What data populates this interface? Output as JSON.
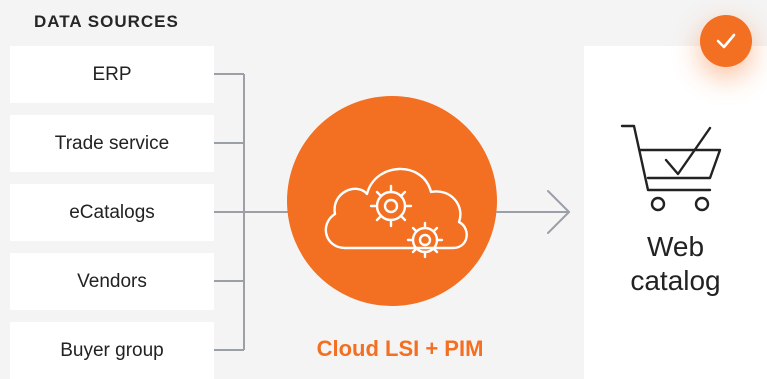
{
  "header": {
    "title": "DATA SOURCES"
  },
  "sources": [
    {
      "label": "ERP"
    },
    {
      "label": "Trade service"
    },
    {
      "label": "eCatalogs"
    },
    {
      "label": "Vendors"
    },
    {
      "label": "Buyer group"
    }
  ],
  "hub": {
    "label": "Cloud LSI + PIM",
    "icon": "cloud-gears-icon"
  },
  "target": {
    "line1": "Web",
    "line2": "catalog",
    "icon": "shopping-cart-check-icon",
    "badge": "check-icon"
  },
  "colors": {
    "accent": "#f36f21",
    "background": "#f4f4f4",
    "connector": "#9aa0a6",
    "box": "#ffffff"
  }
}
